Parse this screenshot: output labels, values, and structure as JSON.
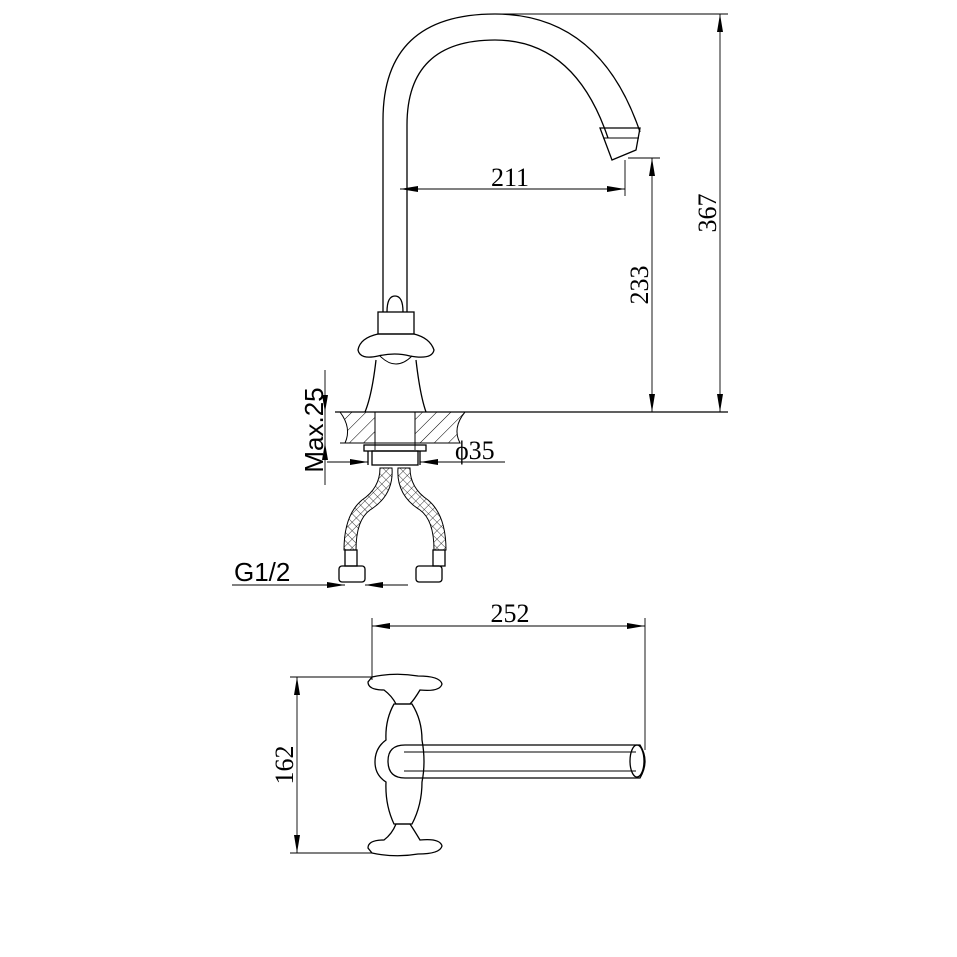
{
  "drawing": {
    "title": "Kitchen faucet dimension drawing",
    "dimensions": {
      "spout_reach": "211",
      "spout_height": "233",
      "total_height": "367",
      "max_counter_thickness": "Max.25",
      "hole_diameter": "ϕ35",
      "connection_thread": "G1/2",
      "top_view_length": "252",
      "top_view_width": "162"
    },
    "line_color": "#000000",
    "background": "#ffffff"
  }
}
